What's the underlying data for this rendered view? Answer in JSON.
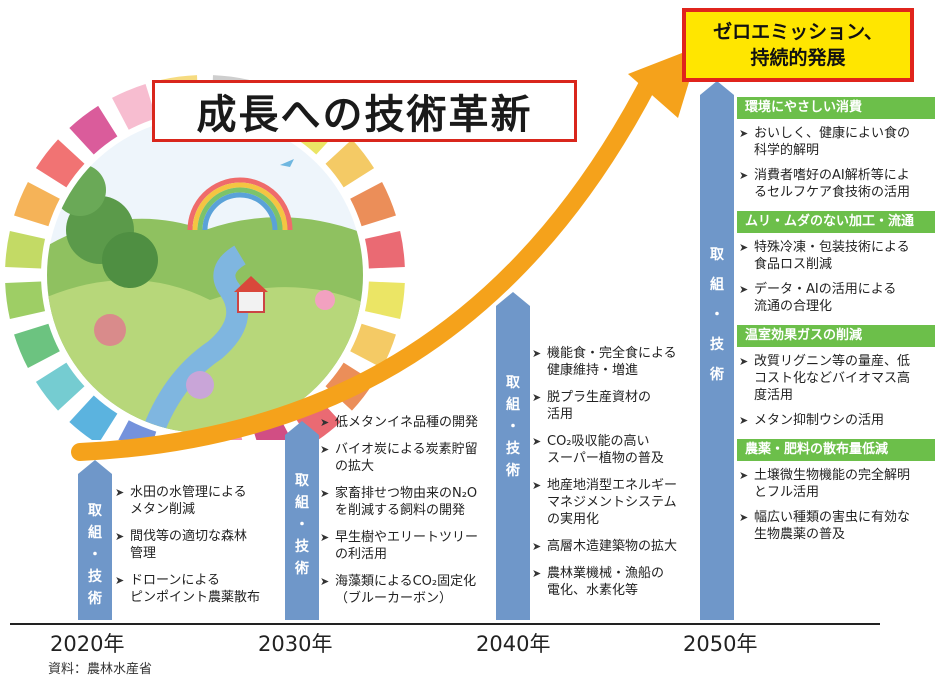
{
  "title": "成長への技術革新",
  "goal": {
    "line1": "ゼロエミッション、",
    "line2": "持続的発展"
  },
  "timeline": {
    "years": [
      "2020年",
      "2030年",
      "2040年",
      "2050年"
    ]
  },
  "pillar_label": {
    "c1": [
      "取",
      "組",
      "・",
      "技",
      "術"
    ],
    "c2": [
      "取",
      "組",
      "・",
      "技",
      "術"
    ],
    "c3": [
      "取",
      "組",
      "・",
      "技",
      "術"
    ],
    "c4": [
      "取",
      "組",
      "・",
      "技",
      "術"
    ]
  },
  "col2020": [
    "水田の水管理による\nメタン削減",
    "間伐等の適切な森林\n管理",
    "ドローンによる\nピンポイント農薬散布"
  ],
  "col2030": [
    "低メタンイネ品種の開発",
    "バイオ炭による炭素貯留\nの拡大",
    "家畜排せつ物由来のN₂O\nを削減する飼料の開発",
    "早生樹やエリートツリー\nの利活用",
    "海藻類によるCO₂固定化\n（ブルーカーボン）"
  ],
  "col2040": [
    "機能食・完全食による\n健康維持・増進",
    "脱プラ生産資材の\n活用",
    "CO₂吸収能の高い\nスーパー植物の普及",
    "地産地消型エネルギー\nマネジメントシステム\nの実用化",
    "高層木造建築物の拡大",
    "農林業機械・漁船の\n電化、水素化等"
  ],
  "col2050": [
    {
      "head": "環境にやさしい消費",
      "items": [
        "おいしく、健康によい食の\n科学的解明",
        "消費者嗜好のAI解析等によ\nるセルフケア食技術の活用"
      ]
    },
    {
      "head": "ムリ・ムダのない加工・流通",
      "items": [
        "特殊冷凍・包装技術による\n食品ロス削減",
        "データ・AIの活用による\n流通の合理化"
      ]
    },
    {
      "head": "温室効果ガスの削減",
      "items": [
        "改質リグニン等の量産、低\nコスト化などバイオマス高\n度活用",
        "メタン抑制ウシの活用"
      ]
    },
    {
      "head": "農薬・肥料の散布量低減",
      "items": [
        "土壌微生物機能の完全解明\nとフル活用",
        "幅広い種類の害虫に有効な\n生物農薬の普及"
      ]
    }
  ],
  "source": "資料：農林水産省",
  "colors": {
    "arrow": "#f5a21b",
    "pillar": "#6f97c9",
    "head_green": "#6cbf4a",
    "title_border": "#d9261c",
    "goal_fill": "#ffe600"
  }
}
